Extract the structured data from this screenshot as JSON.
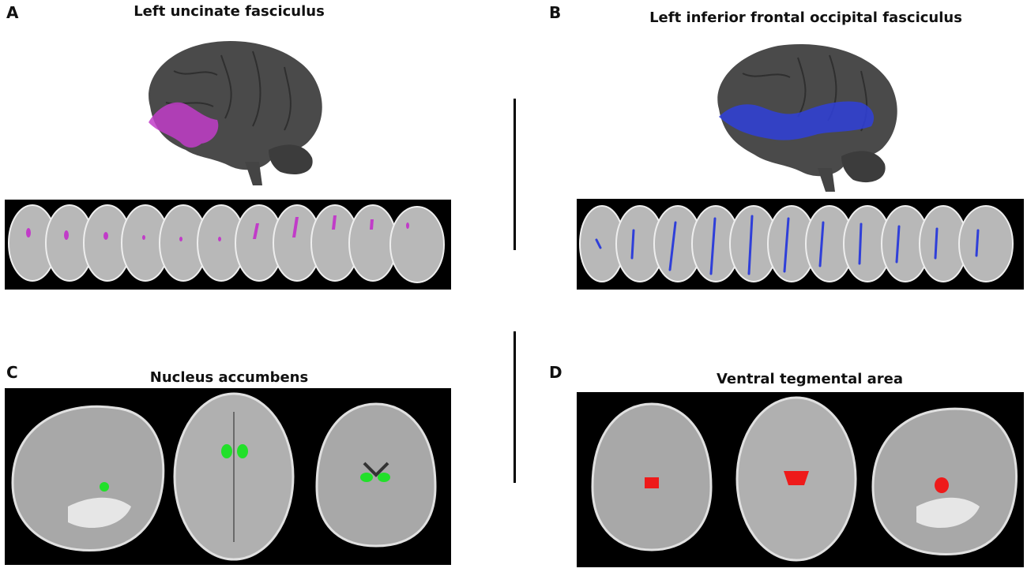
{
  "panels": {
    "a": {
      "letter": "A",
      "title": "Left uncinate fasciculus"
    },
    "b": {
      "letter": "B",
      "title": "Left inferior frontal occipital fasciculus"
    },
    "c": {
      "letter": "C",
      "title": "Nucleus accumbens"
    },
    "d": {
      "letter": "D",
      "title": "Ventral tegmental area"
    }
  },
  "colors": {
    "uncinate_tract": "#c13cc8",
    "ifof_tract": "#2f3fd9",
    "accumbens_roi": "#22e02a",
    "vta_roi": "#ee1a1a",
    "brain_surface": "#4a4a4a",
    "scan_background": "#000000"
  }
}
